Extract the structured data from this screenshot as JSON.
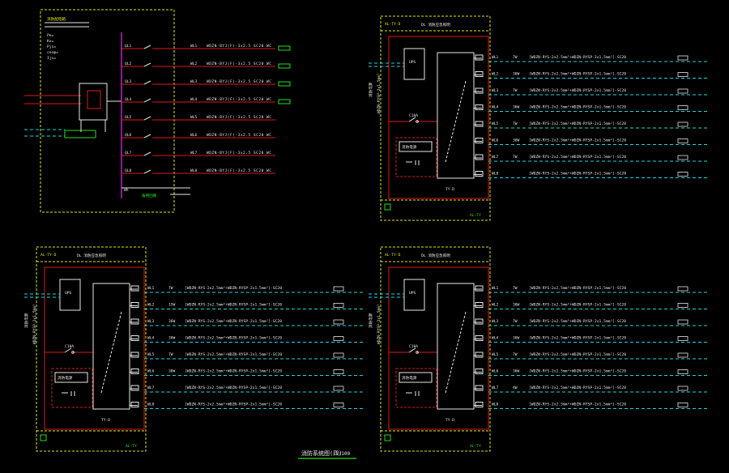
{
  "title": {
    "text": "消防系统图(四)",
    "scale": "1:100"
  },
  "colors": {
    "background": "#000000",
    "frame": "#e6e600",
    "wire": "#e01818",
    "bus": "#d020d0",
    "signal": "#18d8e0",
    "text": "#e8e8e8",
    "label": "#20e020"
  },
  "panel_a": {
    "circuits": [
      {
        "id": "WL1",
        "cable": "WDZN-BYJ(F)-3x2.5 SC20 WC"
      },
      {
        "id": "WL2",
        "cable": "WDZN-BYJ(F)-3x2.5 SC20 WC"
      },
      {
        "id": "WL3",
        "cable": "WDZN-BYJ(F)-3x2.5 SC20 WC"
      },
      {
        "id": "WL4",
        "cable": "WDZN-BYJ(F)-3x2.5 SC20 WC"
      },
      {
        "id": "WL5",
        "cable": "WDZN-BYJ(F)-3x2.5 SC20 WC"
      },
      {
        "id": "WL6",
        "cable": "WDZN-BYJ(F)-3x2.5 SC20 WC"
      },
      {
        "id": "WL7",
        "cable": "WDZN-BYJ(F)-3x2.5 SC20 WC"
      },
      {
        "id": "WL8",
        "cable": "WDZN-BYJ(F)-3x2.5 SC20 WC"
      }
    ]
  },
  "ty_panels": [
    {
      "ups_label": "UPS",
      "unit_label": "消防电源",
      "breaker": "C10A",
      "panel_label": "TY-D",
      "circuits": [
        {
          "id": "WL1",
          "power": "7W",
          "cable": "[WDZN-RYS-2x2.5mm²+WDZN-RYSP-2x1.5mm²]-SC20"
        },
        {
          "id": "WL2",
          "power": "36W",
          "cable": "[WDZN-RYS-2x2.5mm²+WDZN-RYSP-2x1.5mm²]-SC20"
        },
        {
          "id": "WL3",
          "power": "7W",
          "cable": "[WDZN-RYS-2x2.5mm²+WDZN-RYSP-2x1.5mm²]-SC20"
        },
        {
          "id": "WL4",
          "power": "36W",
          "cable": "[WDZN-RYS-2x2.5mm²+WDZN-RYSP-2x1.5mm²]-SC20"
        },
        {
          "id": "WL5",
          "power": "7W",
          "cable": "[WDZN-RYS-2x2.5mm²+WDZN-RYSP-2x1.5mm²]-SC20"
        },
        {
          "id": "WL6",
          "power": "36W",
          "cable": "[WDZN-RYS-2x2.5mm²+WDZN-RYSP-2x1.5mm²]-SC20"
        },
        {
          "id": "WL7",
          "power": "7W",
          "cable": "[WDZN-RYS-2x2.5mm²+WDZN-RYSP-2x1.5mm²]-SC20"
        },
        {
          "id": "WL8",
          "power": "",
          "cable": "[WDZN-RYS-2x2.5mm²+WDZN-RYSP-2x1.5mm²]-SC20"
        }
      ]
    },
    {
      "ups_label": "UPS",
      "unit_label": "消防电源",
      "breaker": "C10A",
      "panel_label": "TY-D",
      "circuits": [
        {
          "id": "WL1",
          "power": "7W",
          "cable": "[WDZN-RYS-2x2.5mm²+WDZN-RYSP-2x1.5mm²]-SC20"
        },
        {
          "id": "WL2",
          "power": "15W",
          "cable": "[WDZN-RYS-2x2.5mm²+WDZN-RYSP-2x1.5mm²]-SC20"
        },
        {
          "id": "WL3",
          "power": "36W",
          "cable": "[WDZN-RYS-2x2.5mm²+WDZN-RYSP-2x1.5mm²]-SC20"
        },
        {
          "id": "WL4",
          "power": "36W",
          "cable": "[WDZN-RYS-2x2.5mm²+WDZN-RYSP-2x1.5mm²]-SC20"
        },
        {
          "id": "WL5",
          "power": "7W",
          "cable": "[WDZN-RYS-2x2.5mm²+WDZN-RYSP-2x1.5mm²]-SC20"
        },
        {
          "id": "WL6",
          "power": "36W",
          "cable": "[WDZN-RYS-2x2.5mm²+WDZN-RYSP-2x1.5mm²]-SC20"
        },
        {
          "id": "WL7",
          "power": "",
          "cable": "[WDZN-RYS-2x2.5mm²+WDZN-RYSP-2x1.5mm²]-SC20"
        },
        {
          "id": "WL8",
          "power": "",
          "cable": "[WDZN-RYS-2x2.5mm²+WDZN-RYSP-2x1.5mm²]-SC20"
        }
      ]
    },
    {
      "ups_label": "UPS",
      "unit_label": "消防电源",
      "breaker": "C10A",
      "panel_label": "TY-D",
      "circuits": [
        {
          "id": "WL1",
          "power": "7W",
          "cable": "[WDZN-RYS-2x2.5mm²+WDZN-RYSP-2x1.5mm²]-SC20"
        },
        {
          "id": "WL2",
          "power": "36W",
          "cable": "[WDZN-RYS-2x2.5mm²+WDZN-RYSP-2x1.5mm²]-SC20"
        },
        {
          "id": "WL3",
          "power": "7W",
          "cable": "[WDZN-RYS-2x2.5mm²+WDZN-RYSP-2x1.5mm²]-SC20"
        },
        {
          "id": "WL4",
          "power": "36W",
          "cable": "[WDZN-RYS-2x2.5mm²+WDZN-RYSP-2x1.5mm²]-SC20"
        },
        {
          "id": "WL5",
          "power": "7W",
          "cable": "[WDZN-RYS-2x2.5mm²+WDZN-RYSP-2x1.5mm²]-SC20"
        },
        {
          "id": "WL6",
          "power": "36W",
          "cable": "[WDZN-RYS-2x2.5mm²+WDZN-RYSP-2x1.5mm²]-SC20"
        },
        {
          "id": "WL7",
          "power": "4W",
          "cable": "[WDZN-RYS-2x2.5mm²+WDZN-RYSP-2x1.5mm²]-SC20"
        },
        {
          "id": "WL8",
          "power": "",
          "cable": "[WDZN-RYS-2x2.5mm²+WDZN-RYSP-2x1.5mm²]-SC20"
        }
      ]
    }
  ]
}
